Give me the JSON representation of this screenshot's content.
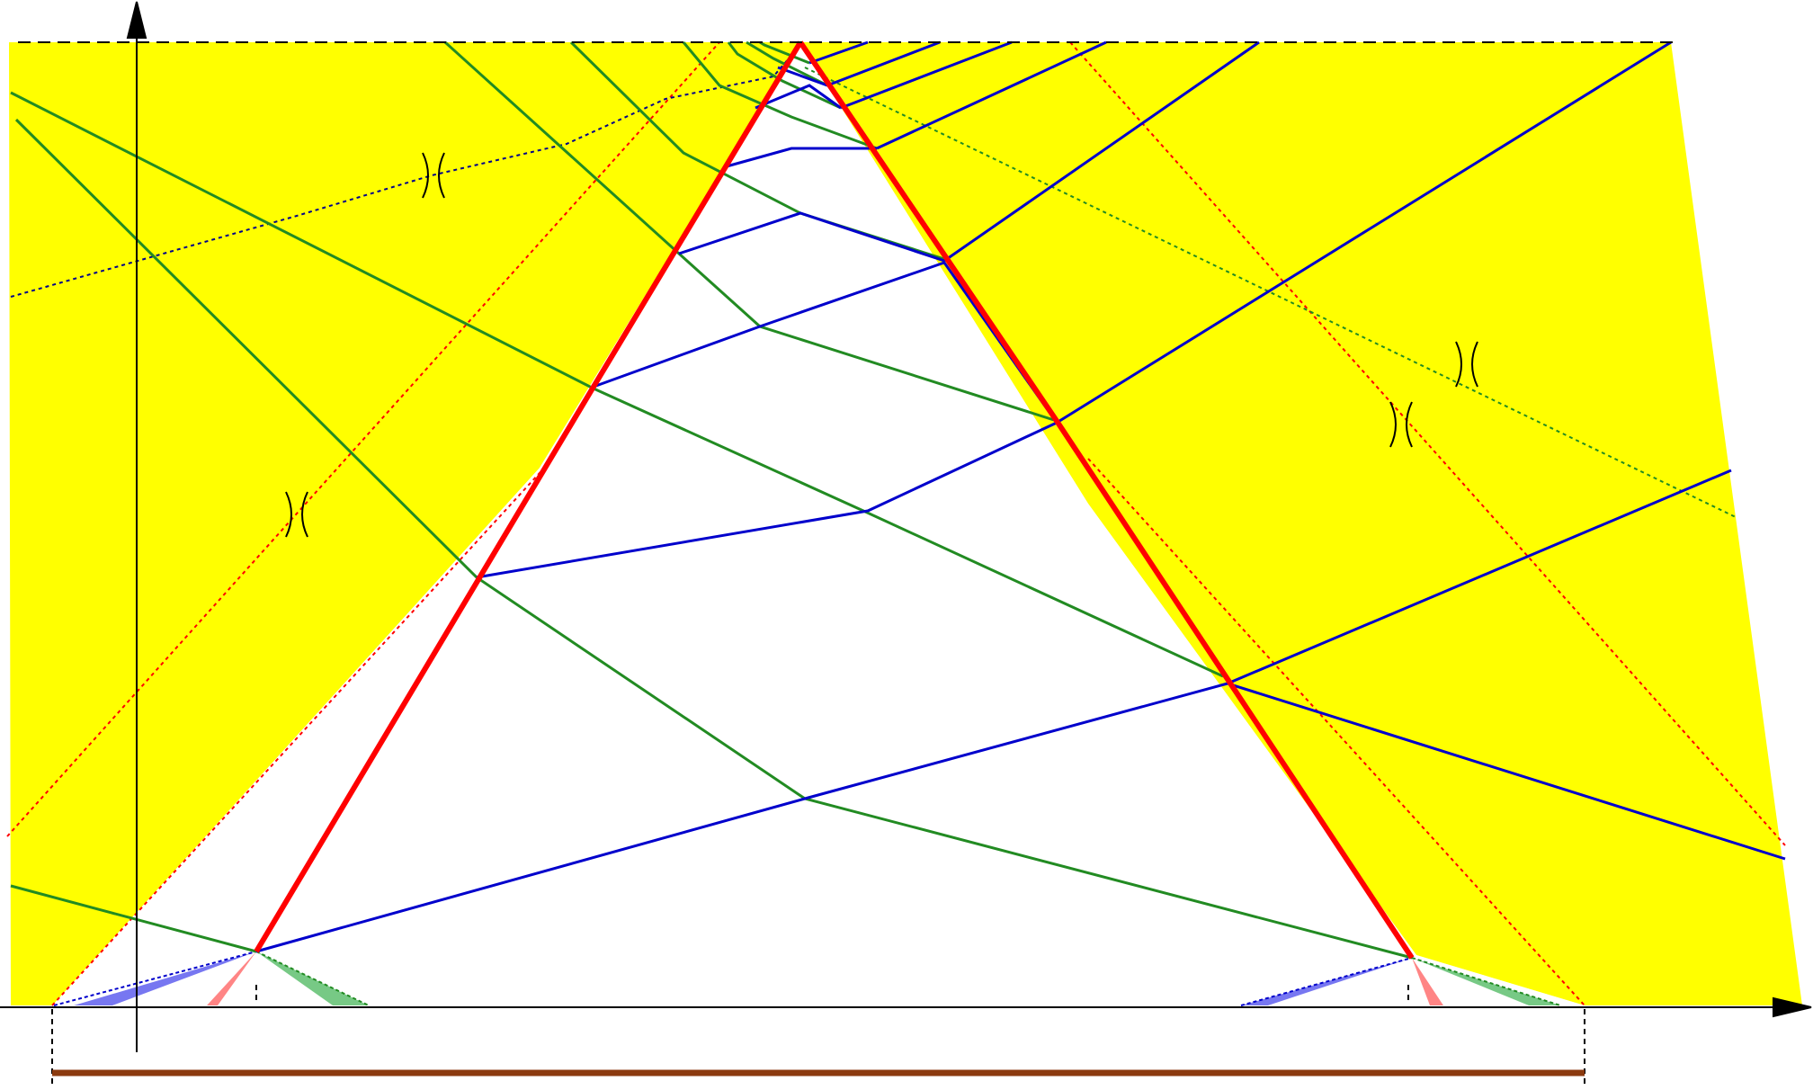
{
  "diagram": {
    "colors": {
      "background": "#ffffff",
      "shaded_region": "#ffff00",
      "shock_lines": "#ff0000",
      "blue_family": "#0000cc",
      "green_family": "#228b22",
      "dotted_red": "#ff0000",
      "dotted_blue": "#00008b",
      "dotted_green": "#228b22",
      "axes": "#000000",
      "interval_bar": "#8b3a0f",
      "blue_fan": "#5555ee",
      "green_fan": "#55bb66",
      "red_fan": "#ff6666"
    },
    "crossing_marks": [
      {
        "name": "cross-upper-left",
        "on": "dotted-blue"
      },
      {
        "name": "cross-lower-left",
        "on": "dotted-red"
      },
      {
        "name": "cross-right-lower",
        "on": "dotted-red"
      },
      {
        "name": "cross-right-upper",
        "on": "dotted-green"
      }
    ],
    "axes": {
      "horizontal": "x-axis-arrow",
      "vertical": "t-axis-arrow"
    }
  }
}
